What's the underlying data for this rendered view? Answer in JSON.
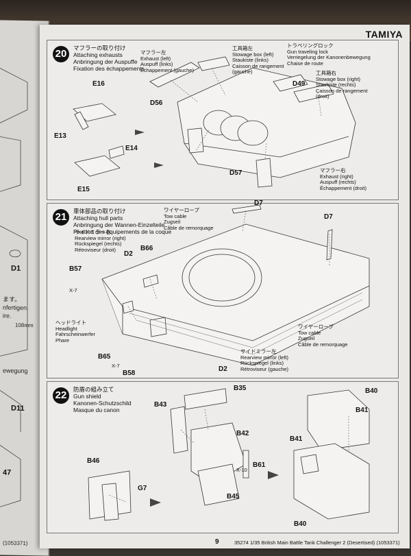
{
  "brand": "TAMIYA",
  "left_page": {
    "fragments": [
      "ます。",
      "nfertigen.",
      "ire.",
      "108mm",
      "ewegung"
    ],
    "parts": [
      "D1",
      "D11",
      "47"
    ],
    "footer": "(1053371)"
  },
  "steps": [
    {
      "number": "20",
      "title_jp": "マフラーの取り付け",
      "title_en": "Attaching exhausts",
      "title_de": "Anbringung der Auspuffe",
      "title_fr": "Fixation des échappements",
      "notes": {
        "exhaust_left": [
          "マフラー左",
          "Exhaust (left)",
          "Auspuff (links)",
          "Échappement (gauche)"
        ],
        "stowage_left": [
          "工具箱左",
          "Stowage box (left)",
          "Staukiste (links)",
          "Caisson de rangement",
          "(gauche)"
        ],
        "travel_lock": [
          "トラベリングロック",
          "Gun traveling lock",
          "Verriegelung der Kanonenbewegung",
          "Chaise de route"
        ],
        "stowage_right": [
          "工具箱右",
          "Stowage box (right)",
          "Staukiste (rechts)",
          "Caisson de rangement",
          "(droit)"
        ],
        "exhaust_right": [
          "マフラー右",
          "Exhaust (right)",
          "Auspuff (rechts)",
          "Échappement (droit)"
        ]
      },
      "parts": [
        "E16",
        "E13",
        "E14",
        "E15",
        "D56",
        "D49",
        "D57"
      ]
    },
    {
      "number": "21",
      "title_jp": "車体部品の取り付け",
      "title_en": "Attaching hull parts",
      "title_de": "Anbringung der Wannen-Einzelteile",
      "title_fr": "Fixation des équipements de la coque",
      "notes": {
        "tow_cable_top": [
          "ワイヤーロープ",
          "Tow cable",
          "Zugseil",
          "Câble de remorquage"
        ],
        "mirror_right": [
          "サイドミラー右",
          "Rearview mirror (right)",
          "Rückspiegel (rechts)",
          "Rétroviseur (droit)"
        ],
        "headlight": [
          "ヘッドライト",
          "Headlight",
          "Fahrscheinwerfer",
          "Phare"
        ],
        "tow_cable_bottom": [
          "ワイヤーロープ",
          "Tow cable",
          "Zugseil",
          "Câble de remorquage"
        ],
        "mirror_left": [
          "サイドミラー左",
          "Rearview mirror (left)",
          "Rückspiegel (links)",
          "Rétroviseur (gauche)"
        ]
      },
      "parts": [
        "D7",
        "D7",
        "D2",
        "B66",
        "B57",
        "X-7",
        "B65",
        "X-7",
        "B58",
        "D2"
      ]
    },
    {
      "number": "22",
      "title_jp": "防盾の組み立て",
      "title_en": "Gun shield",
      "title_de": "Kanonen-Schutzschild",
      "title_fr": "Masque du canon",
      "parts": [
        "B35",
        "B43",
        "B42",
        "X-10",
        "B61",
        "B46",
        "G7",
        "B45",
        "B40",
        "B41",
        "B41",
        "B40"
      ]
    }
  ],
  "footer": {
    "page_number": "9",
    "caption": "35274  1/35 British Main Battle Tank Challenger 2 (Desertised) (1053371)"
  }
}
